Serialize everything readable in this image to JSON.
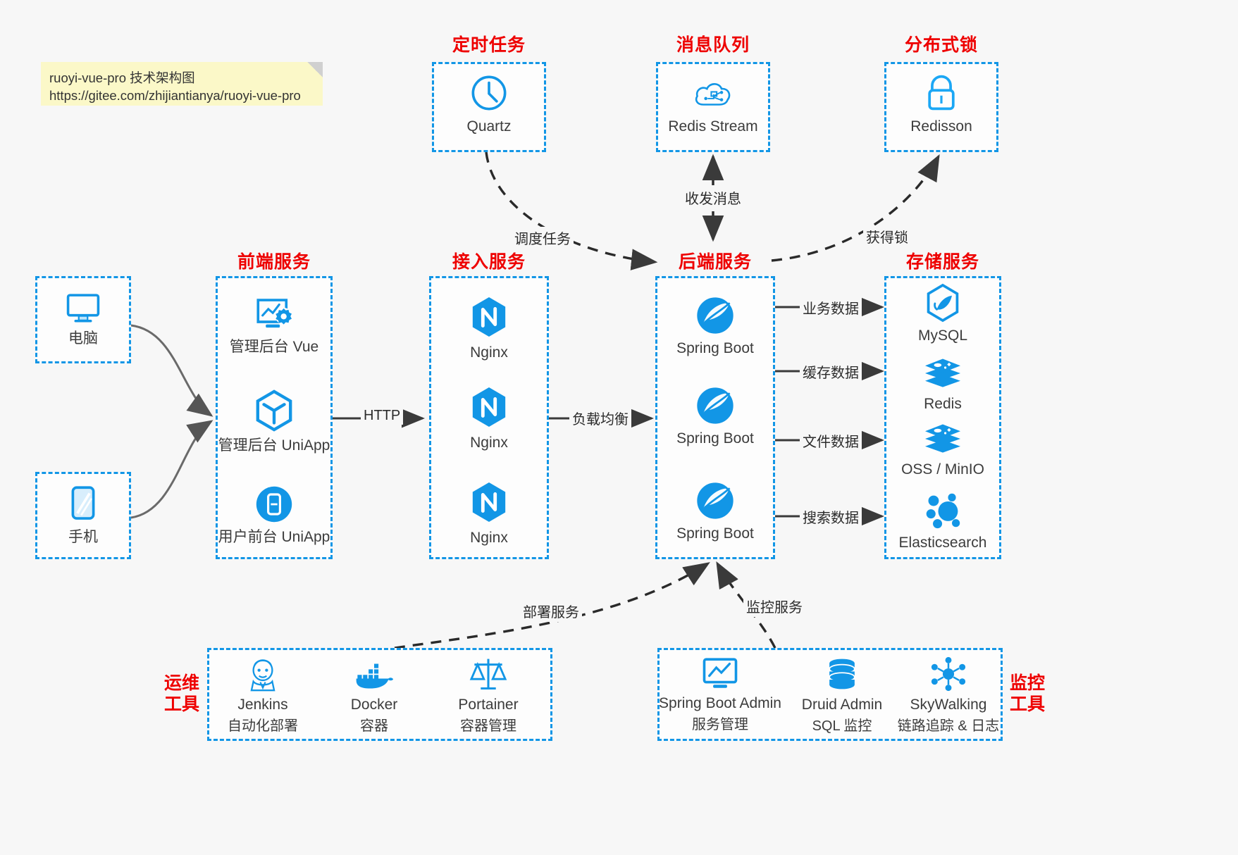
{
  "note": {
    "line1": "ruoyi-vue-pro 技术架构图",
    "line2": "https://gitee.com/zhijiantianya/ruoyi-vue-pro"
  },
  "colors": {
    "accent_blue": "#1296e6",
    "title_red": "#ee0000",
    "background": "#f7f7f7",
    "arrow_dark": "#3a3a3a",
    "note_yellow": "#fbf8c8"
  },
  "groups": {
    "scheduled_task": {
      "title": "定时任务",
      "nodes": [
        {
          "label": "Quartz",
          "icon": "clock-icon"
        }
      ]
    },
    "message_queue": {
      "title": "消息队列",
      "nodes": [
        {
          "label": "Redis Stream",
          "icon": "cloud-network-icon"
        }
      ]
    },
    "distributed_lock": {
      "title": "分布式锁",
      "nodes": [
        {
          "label": "Redisson",
          "icon": "lock-icon"
        }
      ]
    },
    "clients": {
      "nodes": [
        {
          "label": "电脑",
          "icon": "desktop-monitor-icon"
        },
        {
          "label": "手机",
          "icon": "mobile-phone-icon"
        }
      ]
    },
    "frontend": {
      "title": "前端服务",
      "nodes": [
        {
          "label": "管理后台 Vue",
          "icon": "dashboard-gear-icon"
        },
        {
          "label": "管理后台 UniApp",
          "icon": "uniapp-cube-icon"
        },
        {
          "label": "用户前台 UniApp",
          "icon": "mobile-app-icon"
        }
      ]
    },
    "gateway": {
      "title": "接入服务",
      "nodes": [
        {
          "label": "Nginx",
          "icon": "nginx-icon"
        },
        {
          "label": "Nginx",
          "icon": "nginx-icon"
        },
        {
          "label": "Nginx",
          "icon": "nginx-icon"
        }
      ]
    },
    "backend": {
      "title": "后端服务",
      "nodes": [
        {
          "label": "Spring Boot",
          "icon": "spring-boot-icon"
        },
        {
          "label": "Spring Boot",
          "icon": "spring-boot-icon"
        },
        {
          "label": "Spring Boot",
          "icon": "spring-boot-icon"
        }
      ]
    },
    "storage": {
      "title": "存储服务",
      "nodes": [
        {
          "label": "MySQL",
          "icon": "mysql-dolphin-icon"
        },
        {
          "label": "Redis",
          "icon": "redis-stack-icon"
        },
        {
          "label": "OSS / MinIO",
          "icon": "object-storage-icon"
        },
        {
          "label": "Elasticsearch",
          "icon": "elasticsearch-icon"
        }
      ]
    },
    "ops_tools": {
      "title_line1": "运维",
      "title_line2": "工具",
      "nodes": [
        {
          "label": "Jenkins",
          "sub": "自动化部署",
          "icon": "jenkins-butler-icon"
        },
        {
          "label": "Docker",
          "sub": "容器",
          "icon": "docker-whale-icon"
        },
        {
          "label": "Portainer",
          "sub": "容器管理",
          "icon": "portainer-scales-icon"
        }
      ]
    },
    "monitor_tools": {
      "title_line1": "监控",
      "title_line2": "工具",
      "nodes": [
        {
          "label": "Spring Boot Admin",
          "sub": "服务管理",
          "icon": "admin-chart-icon"
        },
        {
          "label": "Druid Admin",
          "sub": "SQL 监控",
          "icon": "database-cylinder-icon"
        },
        {
          "label": "SkyWalking",
          "sub": "链路追踪 & 日志",
          "icon": "skywalking-node-icon"
        }
      ]
    }
  },
  "edges": [
    {
      "label": "调度任务",
      "from": "Quartz",
      "to": "后端服务",
      "style": "dashed"
    },
    {
      "label": "收发消息",
      "from": "Redis Stream",
      "to": "后端服务",
      "style": "dashed-bidirectional"
    },
    {
      "label": "获得锁",
      "from": "后端服务",
      "to": "Redisson",
      "style": "dashed"
    },
    {
      "label": "HTTP",
      "from": "前端服务",
      "to": "接入服务",
      "style": "solid"
    },
    {
      "label": "负载均衡",
      "from": "接入服务",
      "to": "后端服务",
      "style": "solid"
    },
    {
      "label": "业务数据",
      "from": "Spring Boot",
      "to": "MySQL",
      "style": "solid"
    },
    {
      "label": "缓存数据",
      "from": "Spring Boot",
      "to": "Redis",
      "style": "solid"
    },
    {
      "label": "文件数据",
      "from": "Spring Boot",
      "to": "OSS / MinIO",
      "style": "solid"
    },
    {
      "label": "搜索数据",
      "from": "Spring Boot",
      "to": "Elasticsearch",
      "style": "solid"
    },
    {
      "label": "部署服务",
      "from": "运维工具",
      "to": "后端服务",
      "style": "dashed"
    },
    {
      "label": "监控服务",
      "from": "监控工具",
      "to": "后端服务",
      "style": "dashed"
    }
  ]
}
